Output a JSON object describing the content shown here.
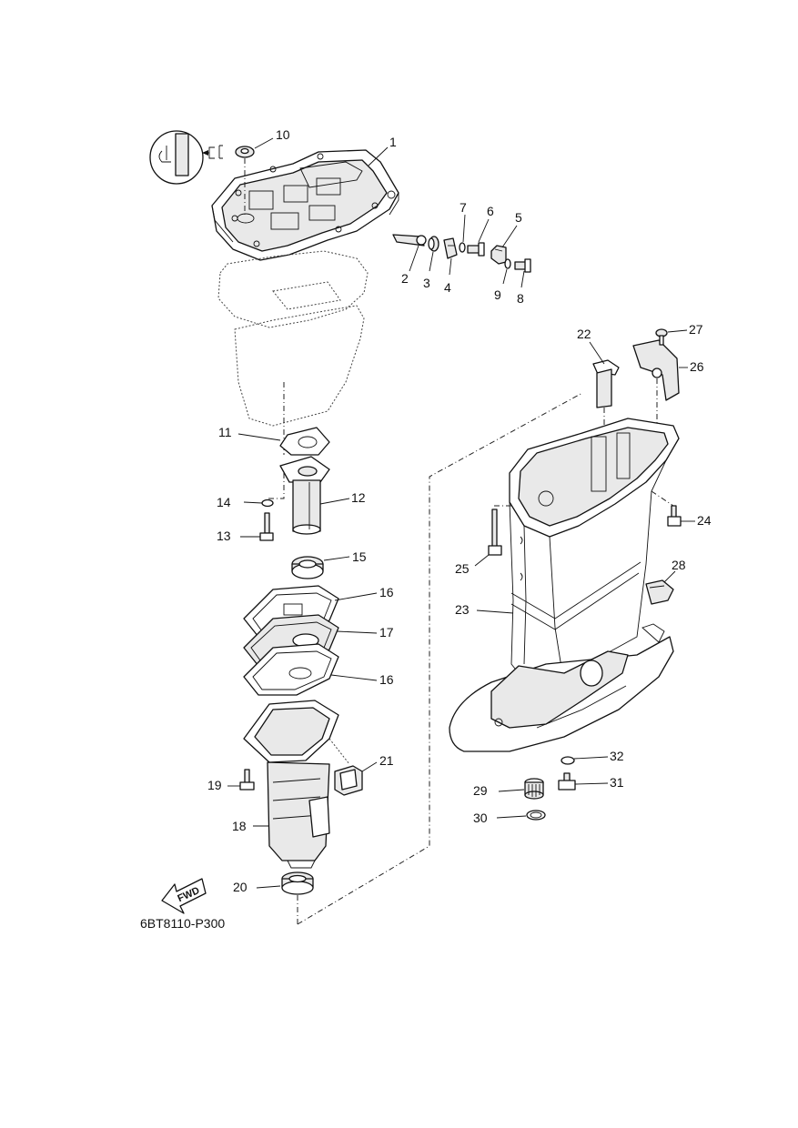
{
  "diagram_code": "6BT8110-P300",
  "fwd_label": "FWD",
  "callouts": {
    "c1": "1",
    "c2": "2",
    "c3": "3",
    "c4": "4",
    "c5": "5",
    "c6": "6",
    "c7": "7",
    "c8": "8",
    "c9": "9",
    "c10": "10",
    "c11": "11",
    "c12": "12",
    "c13": "13",
    "c14": "14",
    "c15": "15",
    "c16a": "16",
    "c16b": "16",
    "c17": "17",
    "c18": "18",
    "c19": "19",
    "c20": "20",
    "c21": "21",
    "c22": "22",
    "c23": "23",
    "c24": "24",
    "c25": "25",
    "c26": "26",
    "c27": "27",
    "c28": "28",
    "c29": "29",
    "c30": "30",
    "c31": "31",
    "c32": "32"
  }
}
